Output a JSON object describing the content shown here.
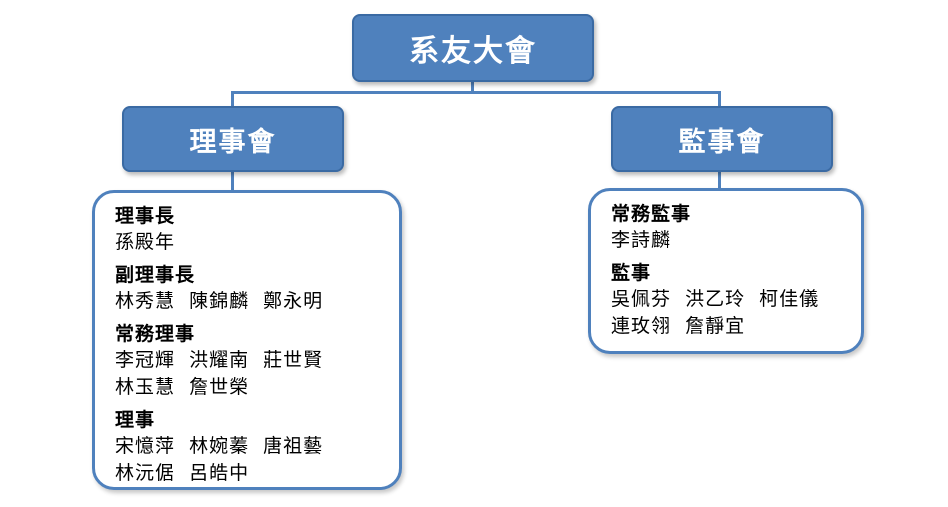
{
  "root": {
    "label": "系友大會"
  },
  "branches": [
    {
      "id": "board",
      "label": "理事會",
      "groups": [
        {
          "role": "理事長",
          "lines": [
            "孫殿年"
          ]
        },
        {
          "role": "副理事長",
          "lines": [
            "林秀慧  陳錦麟  鄭永明"
          ]
        },
        {
          "role": "常務理事",
          "lines": [
            "李冠輝  洪耀南  莊世賢",
            "林玉慧  詹世榮"
          ]
        },
        {
          "role": "理事",
          "lines": [
            "宋憶萍  林婉蓁  唐祖藝",
            "林沅倨  呂皓中"
          ]
        }
      ]
    },
    {
      "id": "supervisors",
      "label": "監事會",
      "groups": [
        {
          "role": "常務監事",
          "lines": [
            "李詩麟"
          ]
        },
        {
          "role": "監事",
          "lines": [
            "吳佩芬  洪乙玲  柯佳儀",
            "連玫翎  詹靜宜"
          ]
        }
      ]
    }
  ],
  "colors": {
    "node_fill": "#4f81bd",
    "node_text": "#ffffff",
    "panel_border": "#4f81bd"
  }
}
